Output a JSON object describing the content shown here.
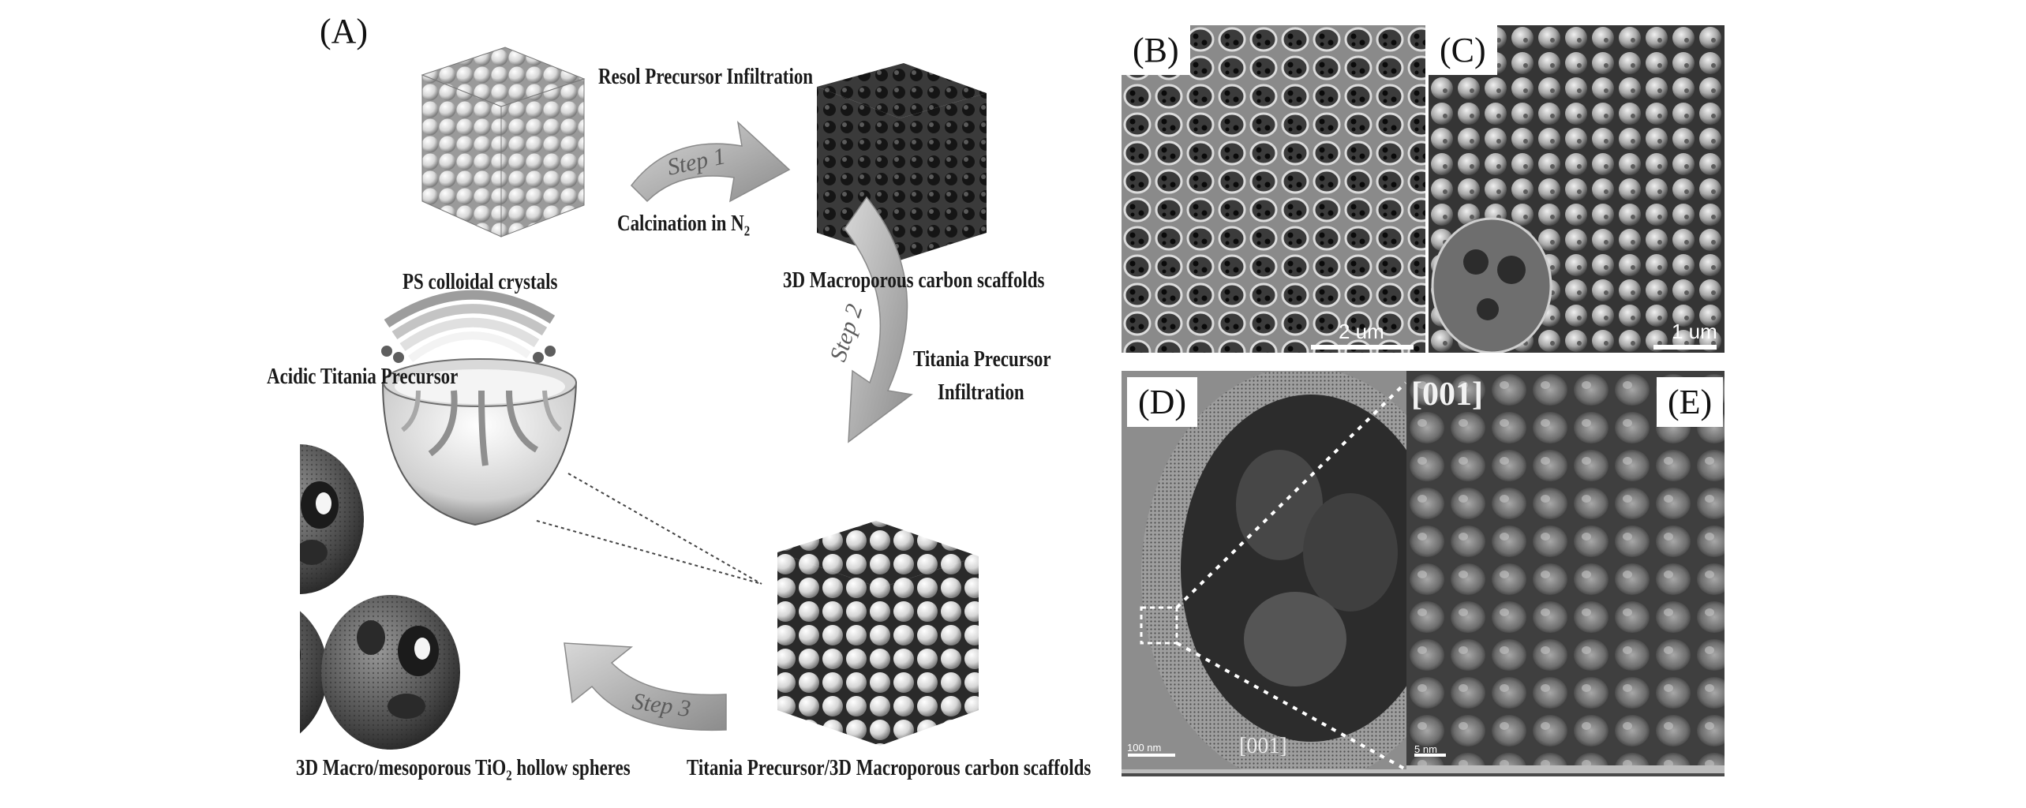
{
  "panels": {
    "a": {
      "letter": "(A)"
    },
    "b": {
      "letter": "(B)",
      "scale_bar": "2 um"
    },
    "c": {
      "letter": "(C)",
      "scale_bar": "1 um"
    },
    "d": {
      "letter": "(D)",
      "zone_axis": "[001]",
      "scale_bar": "100 nm"
    },
    "e": {
      "letter": "(E)",
      "zone_axis": "[001]",
      "scale_bar": "5 nm"
    }
  },
  "schematic": {
    "step1_top_label": "Resol  Precursor Infiltration",
    "step1_bottom_label_main": "Calcination in N",
    "step1_bottom_label_sub": "2",
    "step1_arrow_text": "Step 1",
    "step2_label_line1": "Titania Precursor",
    "step2_label_line2": "Infiltration",
    "step2_arrow_text": "Step 2",
    "step3_arrow_text": "Step 3",
    "ps_crystals_label": "PS colloidal crystals",
    "carbon_scaffold_label": "3D Macroporous carbon scaffolds",
    "legend_label": "Acidic Titania Precursor",
    "composite_label": "Titania Precursor/3D Macroporous carbon scaffolds",
    "final_label_main": "3D Macro/mesoporous TiO",
    "final_label_sub": "2",
    "final_label_tail": " hollow spheres"
  },
  "colors": {
    "sphere_light": "#f2f2f2",
    "sphere_shadow": "#8a8a8a",
    "scaffold_dark": "#2b2b2b",
    "arrow_gray": "#a9a9a9",
    "sem_background": "#3a3a3a",
    "tem_background": "#7a7a7a"
  }
}
